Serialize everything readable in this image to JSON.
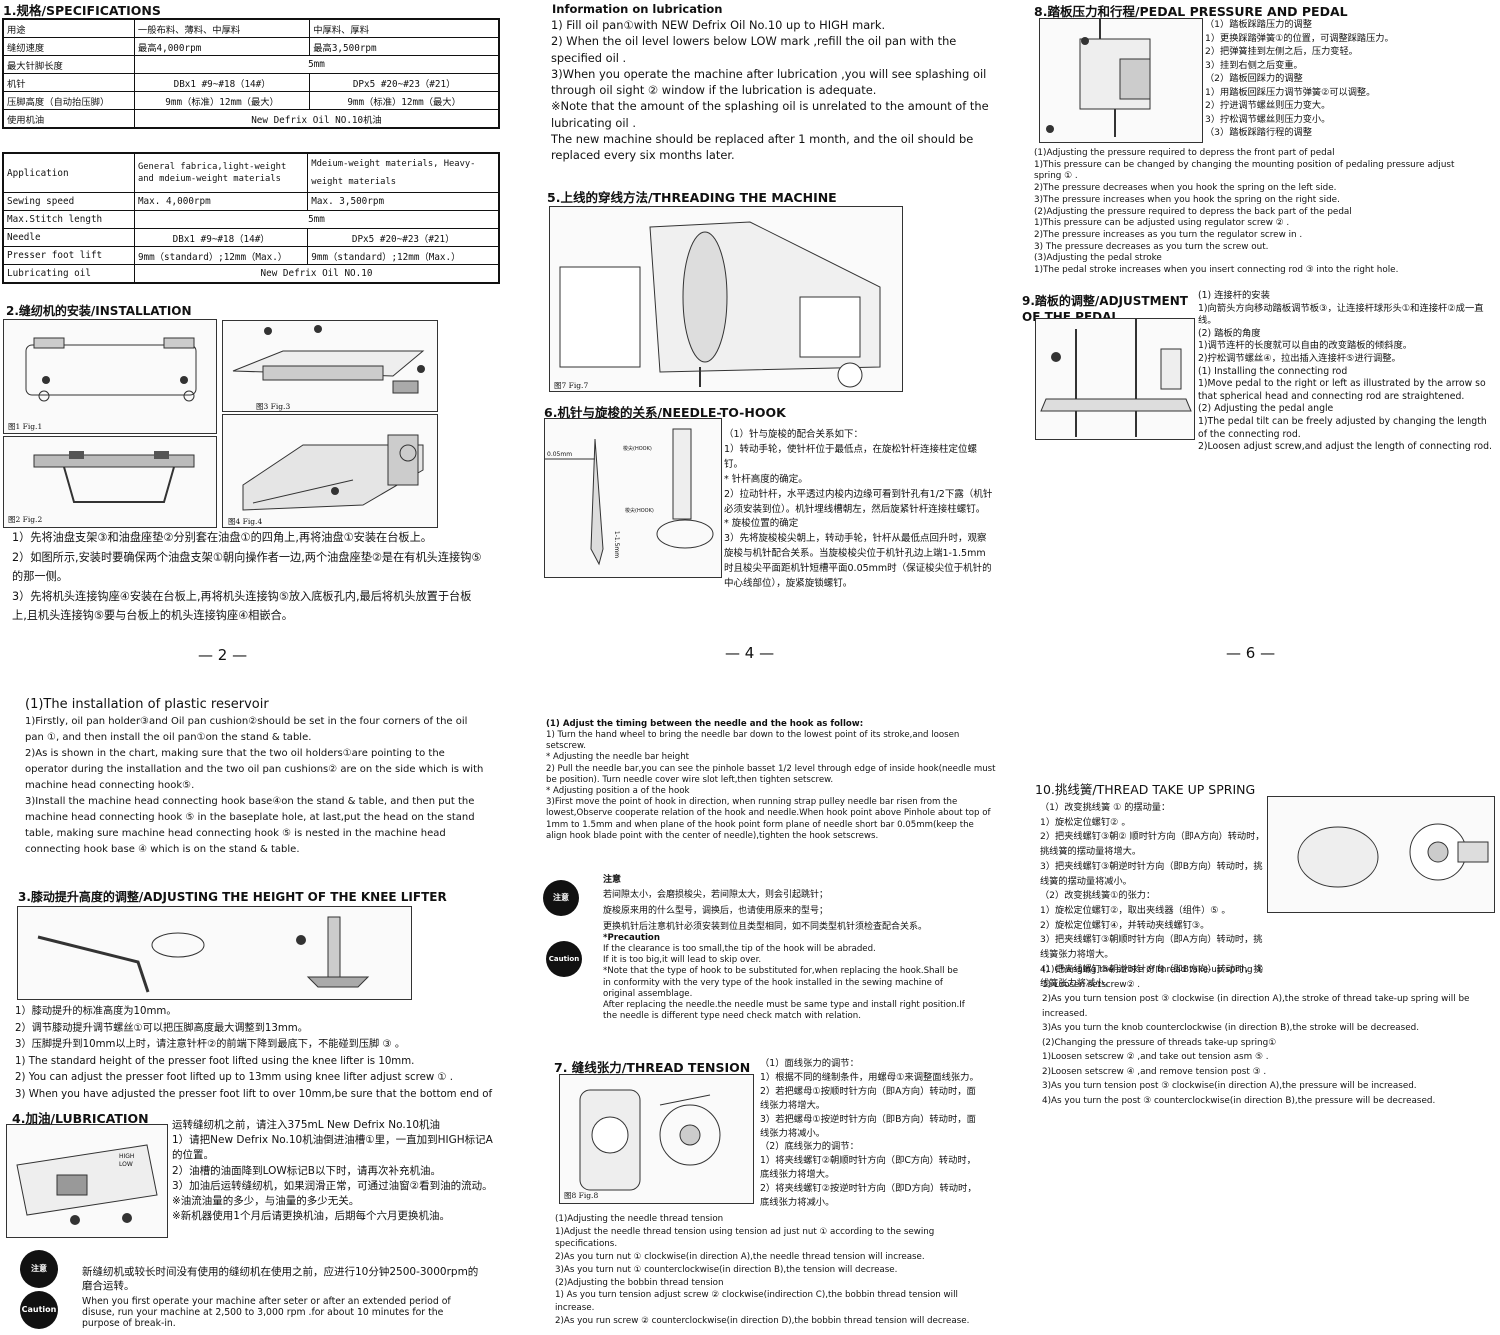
{
  "spec_cn": {
    "title": "1.规格/SPECIFICATIONS",
    "rows": [
      [
        "用途",
        "一般布料、薄料、中厚料",
        "中厚料、厚料"
      ],
      [
        "缝纫速度",
        "最高4,000rpm",
        "最高3,500rpm"
      ],
      [
        "最大针脚长度",
        "5mm",
        ""
      ],
      [
        "机针",
        "DBx1  #9~#18（14#）",
        "DPx5 #20~#23（#21）"
      ],
      [
        "压脚高度（自动抬压脚）",
        "9mm（标准）12mm（最大）",
        "9mm（标准）12mm（最大）"
      ],
      [
        "使用机油",
        "New Defrix Oil NO.10机油",
        ""
      ]
    ]
  },
  "spec_en": {
    "rows": [
      [
        "Application",
        "General fabrica,light-weight and mdeium-weight materials",
        "Mdeium-weight materials, Heavy-weight materials"
      ],
      [
        "Sewing speed",
        "Max. 4,000rpm",
        "Max. 3,500rpm"
      ],
      [
        "Max.Stitch length",
        "5mm",
        ""
      ],
      [
        "Needle",
        "DBx1  #9~#18（14#）",
        "DPx5 #20~#23（#21）"
      ],
      [
        "Presser foot lift",
        "9mm（standard）;12mm（Max.）",
        "9mm（standard）;12mm（Max.）"
      ],
      [
        "Lubricating oil",
        "New Defrix Oil NO.10",
        ""
      ]
    ]
  },
  "install": {
    "title": "2.缝纫机的安装/INSTALLATION",
    "fig1": "图1 Fig.1",
    "fig2": "图2 Fig.2",
    "fig3": "图3 Fig.3",
    "fig4": "图4 Fig.4",
    "cn": "1）先将油盘支架③和油盘座垫②分别套在油盘①的四角上,再将油盘①安装在台板上。\n2）如图所示,安装时要确保两个油盘支架①朝向操作者一边,两个油盘座垫②是在有机头连接钩⑤的那一侧。\n3）先将机头连接钩座④安装在台板上,再将机头连接钩⑤放入底板孔内,最后将机头放置于台板上,且机头连接钩⑤要与台板上的机头连接钩座④相嵌合。",
    "page": "— 2 —",
    "en_title": "(1)The installation of plastic reservoir",
    "en": "1)Firstly, oil pan holder③and Oil pan cushion②should be set in the four corners of the oil pan ①, and then install the oil pan①on the stand & table.\n2)As is shown in the chart, making sure that the two oil holders①are pointing to the operator during the installation and the two oil pan cushions② are on the side which is with machine head connecting hook⑤.\n3)Install the machine head connecting hook base④on the stand & table, and then put the machine head connecting hook ⑤ in the baseplate hole, at last,put the head on the stand table, making sure machine head connecting hook ⑤ is nested in the machine head connecting hook base ④ which is on the stand & table."
  },
  "knee": {
    "title": "3.膝动提升高度的调整/ADJUSTING THE HEIGHT OF THE KNEE LIFTER",
    "text": "1）膝动提升的标准高度为10mm。\n2）调节膝动提升调节螺丝①可以把压脚高度最大调整到13mm。\n3）压脚提升到10mm以上时，请注意针杆②的前端下降到最底下，不能碰到压脚 ③ 。\n1) The standard height of the presser foot lifted using the knee lifter is 10mm.\n2) You can adjust the presser foot lifted up to 13mm using knee lifter adjust screw ① .\n3) When you have adjusted the presser foot lift to over 10mm,be sure that the bottom end of"
  },
  "lub": {
    "title": "4.加油/LUBRICATION",
    "cn": "运转缝纫机之前，请注入375mL New Defrix No.10机油\n1）请把New Defrix No.10机油倒进油槽①里，一直加到HIGH标记A的位置。\n2）油槽的油面降到LOW标记B以下时，请再次补充机油。\n3）加油后运转缝纫机，如果润滑正常，可通过油窗②看到油的流动。\n※油流油量的多少，与油量的多少无关。\n※新机器使用1个月后请更换机油，后期每个六月更换机油。",
    "note_cn": "新缝纫机或较长时间没有使用的缝纫机在使用之前，应进行10分钟2500-3000rpm的磨合运转。",
    "note_en": "When you first operate your machine after seter or after an extended period of disuse, run your machine at 2,500 to 3,000 rpm .for about 10 minutes for the purpose of break-in.",
    "icon1": "注意",
    "icon2": "Caution",
    "high": "HIGH",
    "low": "LOW"
  },
  "info": {
    "title": "Information on lubrication",
    "text": "1) Fill oil pan①with NEW Defrix Oil No.10 up to HIGH mark.\n2) When the oil level lowers below LOW mark ,refill the oil pan with the specified oil .\n3)When you operate the machine after lubrication ,you will see splashing oil through oil sight ② window if the lubrication is adequate.\n※Note that the amount of the splashing oil is unrelated to the amount of the lubricating oil .\nThe new machine should be replaced after 1 month, and the oil should be replaced every six months later."
  },
  "thread": {
    "title": "5.上线的穿线方法/THREADING THE MACHINE",
    "fig": "图7 Fig.7"
  },
  "n2h": {
    "title": "6.机针与旋梭的关系/NEEDLE-TO-HOOK",
    "label1": "0.05mm",
    "label2": "梭尖(HOOK)",
    "label3": "梭尖(HOOK)",
    "label4": "1-1.5mm",
    "cn": "（1）针与旋梭的配合关系如下：\n1）转动手轮，使针杆位于最低点，在旋松针杆连接柱定位螺钉。\n* 针杆高度的确定。\n2）拉动针杆，水平透过内梭内边缘可看到针孔有1/2下露（机针必须安装到位）。机针埋线槽朝左，然后旋紧针杆连接柱螺钉。\n* 旋梭位置的确定\n3）先将旋梭梭尖朝上，转动手轮，针杆从最低点回升时，观察旋梭与机针配合关系。当旋梭梭尖位于机针孔边上端1-1.5mm时且梭尖平面距机针短槽平面0.05mm时（保证梭尖位于机针的中心线部位），旋紧旋锁螺钉。",
    "page": "— 4 —",
    "en_title": "(1) Adjust the timing between the needle and the hook as follow:",
    "en": "1) Turn the hand wheel to bring the needle bar down to the lowest point of its stroke,and loosen setscrew.\n* Adjusting the needle bar height\n2) Pull the needle bar,you can see the pinhole basset 1/2 level through edge of inside hook(needle must be position). Turn needle cover wire slot left,then tighten setscrew.\n* Adjusting position a of the hook\n3)First move the point of hook in direction, when running strap pulley needle bar risen from the lowest,Observe cooperate relation of the hook and needle.When hook point above Pinhole about top of 1mm to 1.5mm and when plane of the hook point form plane of needle short bar 0.05mm(keep the align hook blade point with the center of needle),tighten the hook setscrews.",
    "note_title": "注意",
    "note_cn": "若间隙太小，会磨损梭尖，若间隙太大，则会引起跳针；\n旋梭原来用的什么型号，调换后，也请使用原来的型号；\n更换机针后注意机针必须安装到位且类型相同，如不同类型机针须检查配合关系。",
    "prec_title": "*Precaution",
    "prec": "If the clearance is too small,the tip of the hook will be abraded.\nIf it is too big,it will lead to skip over.\n*Note that the type of hook to be substituted for,when replacing the hook.Shall be in conformity with the very type of the hook installed in the sewing machine of original assemblage.\nAfter replacing the needle.the needle must be same type and install right position.If the needle is different type need check match with relation.",
    "icon1": "注意",
    "icon2": "Caution"
  },
  "tension": {
    "title": "7. 缝线张力/THREAD TENSION",
    "fig": "图8 Fig.8",
    "cn": "（1）面线张力的调节：\n1）根据不同的缝制条件，用螺母①来调整面线张力。\n2）若把螺母①按顺时针方向（即A方向）转动时，面线张力将增大。\n3）若把螺母①按逆时针方向（即B方向）转动时，面线张力将减小。\n（2）底线张力的调节：\n1）将夹线螺钉②朝顺时针方向（即C方向）转动时，底线张力将增大。\n2）将夹线螺钉②按逆时针方向（即D方向）转动时，底线张力将减小。",
    "en": "(1)Adjusting the needle thread tension\n1)Adjust the needle thread tension using tension ad just nut ① according to the sewing specifications.\n2)As you turn nut ① clockwise(in direction A),the needle thread tension will increase.\n3)As you turn nut ① counterclockwise(in direction B),the tension will decrease.\n(2)Adjusting the bobbin thread tension\n1) As you turn tension adjust screw ② clockwise(indirection C),the bobbin thread tension will increase.\n2)As you run screw ② counterclockwise(in direction D),the bobbin thread tension will decrease."
  },
  "pedal": {
    "title": "8.踏板压力和行程/PEDAL PRESSURE AND PEDAL",
    "cn": "（1）踏板踩踏压力的调整\n1）更换踩踏弹簧①的位置，可调整踩踏压力。\n2）把弹簧挂到左侧之后，压力变轻。\n3）挂到右侧之后变重。\n（2）踏板回踩力的调整\n1）用踏板回踩压力调节弹簧②可以调整。\n2）拧进调节螺丝则压力变大。\n3）拧松调节螺丝则压力变小。\n（3）踏板踩踏行程的调整",
    "en": "(1)Adjusting the pressure required to depress the front part of pedal\n1)This pressure can be changed by changing the mounting position of pedaling pressure adjust spring ① .\n2)The pressure decreases when you hook the spring on the left side.\n3)The pressure increases when you hook the spring on the right side.\n(2)Adjusting the pressure required to depress the back part of the pedal\n1)This pressure can be adjusted using regulator screw ② .\n2)The pressure increases as you turn the regulator screw in .\n3) The pressure decreases as you turn the screw out.\n(3)Adjusting the pedal stroke\n1)The pedal stroke increases when you insert connecting rod ③ into the right hole."
  },
  "adjpedal": {
    "title": "9.踏板的调整/ADJUSTMENT OF THE PEDAL",
    "text": "(1) 连接杆的安装\n1)向箭头方向移动踏板调节板③，让连接杆球形头①和连接杆②成一直线。\n(2) 踏板的角度\n1)调节连杆的长度就可以自由的改变踏板的倾斜度。\n2)拧松调节螺丝④，拉出插入连接杆⑤进行调整。\n(1) Installing the connecting rod\n1)Move pedal to the right or left as illustrated by the arrow so that spherical head and connecting rod are straightened.\n(2) Adjusting the pedal angle\n1)The pedal tilt can be freely adjusted by changing the length of the connecting rod.\n2)Loosen adjust screw,and adjust the length of connecting rod.",
    "page": "— 6 —"
  },
  "takeup": {
    "title": "10.挑线簧/THREAD TAKE UP SPRING",
    "cn": "（1）改变挑线簧 ① 的摆动量：\n1）旋松定位螺钉② 。\n2）把夹线螺钉③朝② 顺时针方向（即A方向）转动时，挑线簧的摆动量将增大。\n3）把夹线螺钉③朝逆时针方向（即B方向）转动时，挑线簧的摆动量将减小。\n（2）改变挑线簧①的张力：\n1）旋松定位螺钉②，取出夹线器（组件）⑤ 。\n2）旋松定位螺钉④，并转动夹线螺钉③。\n3）把夹线螺钉③朝顺时针方向（即A方向）转动时，挑线簧张力将增大。\n4）把夹线螺钉③朝逆时针方向（即B方向）转动时，挑线簧张力将减小。",
    "en": "(1)Changing the stroke of thread take-up spring ①\n1) Loosen setscrew② .\n2)As you turn tension post ③ clockwise (in direction A),the stroke of thread take-up spring will be increased.\n3)As you turn the knob counterclockwise (in direction B),the stroke will be decreased.\n(2)Changing the pressure of threads take-up spring①\n1)Loosen setscrew ② ,and take out tension asm ⑤ .\n2)Loosen setscrew ④ ,and remove tension post ③ .\n3)As you turn tension post ③ clockwise(in direction A),the pressure will be increased.\n4)As you turn the post ③ counterclockwise(in direction B),the pressure will be decreased."
  }
}
